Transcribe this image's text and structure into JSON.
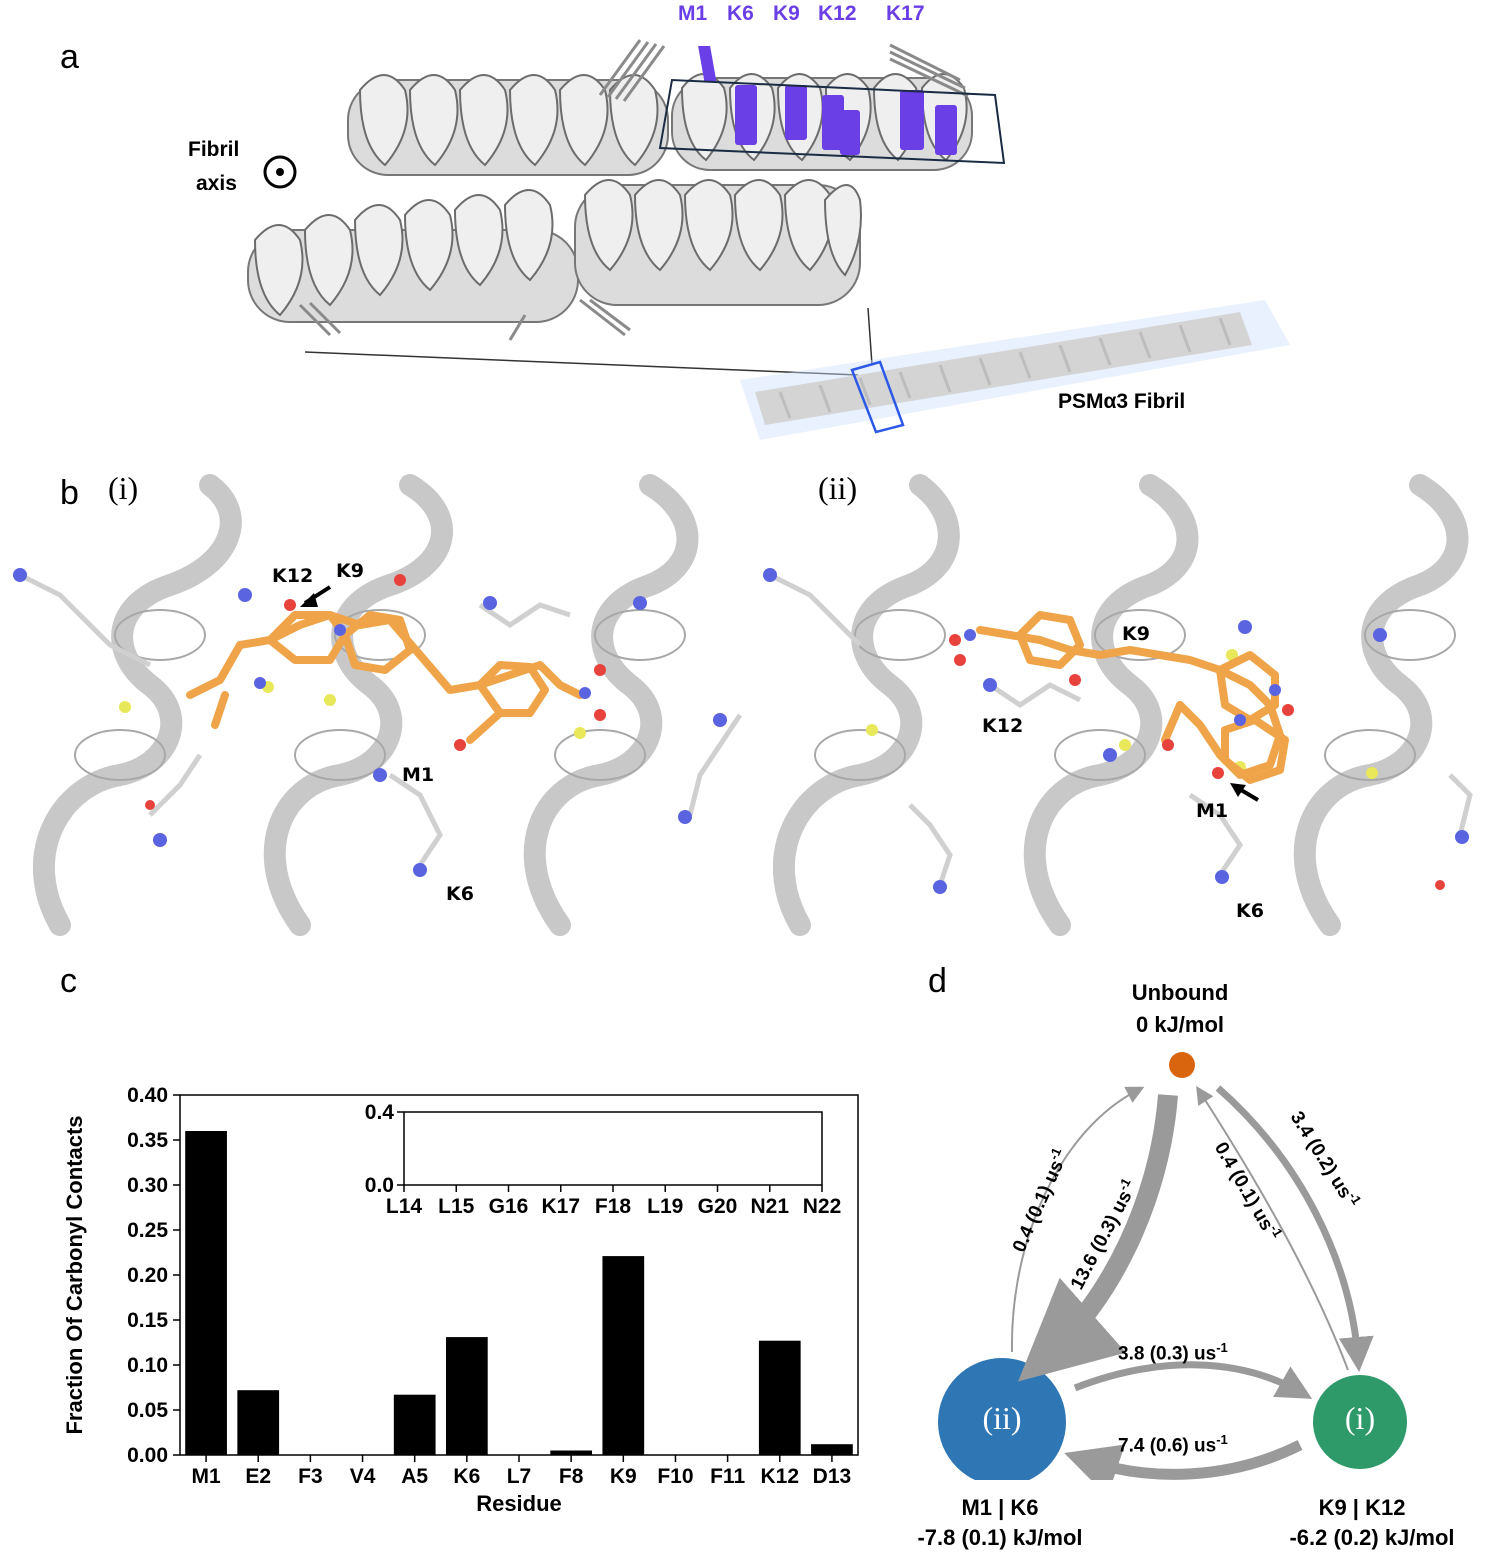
{
  "panel_a": {
    "letter": "a",
    "residues": [
      "M1",
      "K6",
      "K9",
      "K12",
      "K17"
    ],
    "fibril_axis": [
      "Fibril",
      "axis"
    ],
    "fibril_label": "PSMα3 Fibril",
    "colors": {
      "highlight": "#6a3fe6",
      "ribbon": "#d7d7d7",
      "ribbon_edge": "#6e6e6e",
      "glow": "#9fc4ff"
    }
  },
  "panel_b": {
    "letter": "b",
    "sub_i": "(i)",
    "sub_ii": "(ii)",
    "i_labels": [
      "K12",
      "K9",
      "M1",
      "K6"
    ],
    "ii_labels": [
      "K9",
      "K12",
      "M1",
      "K6"
    ],
    "colors": {
      "ligand": "#f0a44a",
      "oxygen": "#e8423c",
      "nitrogen": "#5a63e0",
      "sulfur": "#e3e35a",
      "helix": "#cfcfcf"
    }
  },
  "panel_c": {
    "letter": "c",
    "chart_data": [
      {
        "type": "bar",
        "categories": [
          "M1",
          "E2",
          "F3",
          "V4",
          "A5",
          "K6",
          "L7",
          "F8",
          "K9",
          "F10",
          "F11",
          "K12",
          "D13"
        ],
        "values": [
          0.36,
          0.072,
          0,
          0,
          0.067,
          0.131,
          0,
          0.005,
          0.221,
          0,
          0,
          0.127,
          0.012
        ],
        "xlabel": "Residue",
        "ylabel": "Fraction Of Carbonyl Contacts",
        "ylim": [
          0,
          0.4
        ],
        "yticks": [
          "0.00",
          "0.05",
          "0.10",
          "0.15",
          "0.20",
          "0.25",
          "0.30",
          "0.35",
          "0.40"
        ],
        "bar_color": "#000000"
      },
      {
        "type": "bar",
        "categories": [
          "L14",
          "L15",
          "G16",
          "K17",
          "F18",
          "L19",
          "G20",
          "N21",
          "N22"
        ],
        "values": [
          0,
          0,
          0,
          0,
          0,
          0,
          0,
          0,
          0
        ],
        "ylim": [
          0,
          0.4
        ],
        "yticks": [
          "0.0",
          "0.4"
        ]
      }
    ]
  },
  "panel_d": {
    "letter": "d",
    "unbound": {
      "name": "Unbound",
      "energy": "0 kJ/mol",
      "color": "#d9650f"
    },
    "state_ii": {
      "symbol": "(ii)",
      "name": "M1 | K6",
      "energy": "-7.8 (0.1) kJ/mol",
      "color": "#2f77b4"
    },
    "state_i": {
      "symbol": "(i)",
      "name": "K9 | K12",
      "energy": "-6.2 (0.2) kJ/mol",
      "color": "#2e9a6a"
    },
    "rates": {
      "ii_to_unbound": "0.4 (0.1) us",
      "unbound_to_ii": "13.6 (0.3) us",
      "i_to_unbound": "0.4 (0.1) us",
      "unbound_to_i": "3.4 (0.2) us",
      "ii_to_i": "3.8 (0.3) us",
      "i_to_ii": "7.4 (0.6) us",
      "exponent": "-1"
    }
  }
}
